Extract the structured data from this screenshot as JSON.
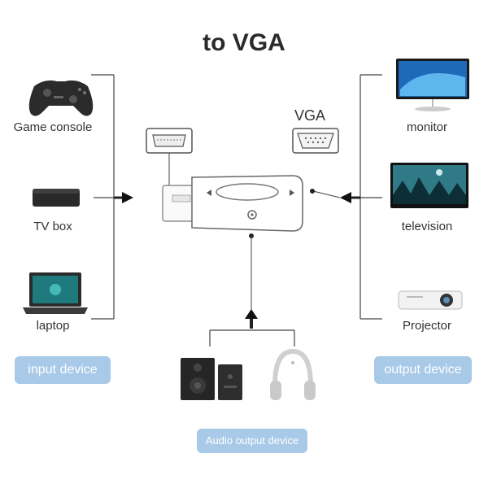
{
  "title": "to VGA",
  "inputs": {
    "game_console": "Game console",
    "tv_box": "TV box",
    "laptop": "laptop",
    "group_label": "input device"
  },
  "outputs": {
    "monitor": "monitor",
    "television": "television",
    "projector": "Projector",
    "group_label": "output device"
  },
  "audio": {
    "group_label": "Audio output device"
  },
  "adapter": {
    "port_label": "VGA"
  },
  "colors": {
    "pill_bg": "#a8c9e8",
    "line": "#444444"
  }
}
